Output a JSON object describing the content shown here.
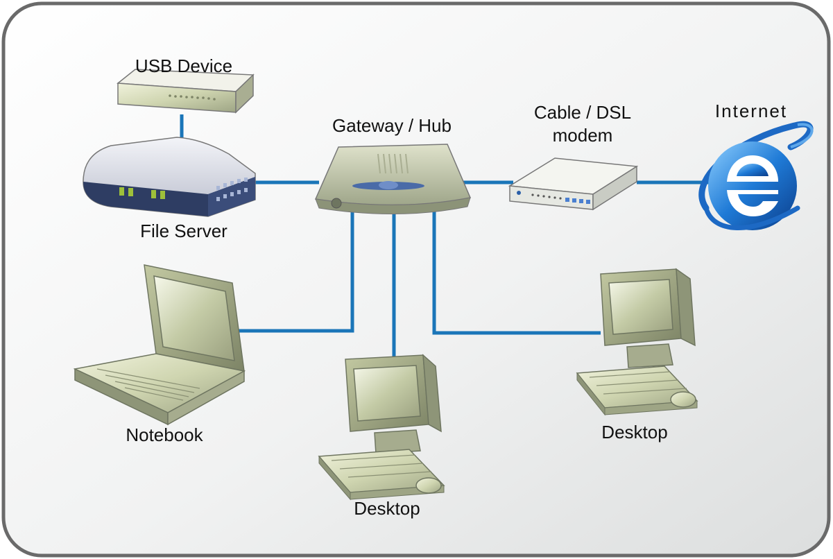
{
  "diagram": {
    "nodes": {
      "usb_device": {
        "label": "USB Device"
      },
      "file_server": {
        "label": "File Server"
      },
      "gateway_hub": {
        "label": "Gateway / Hub"
      },
      "modem": {
        "label_line1": "Cable / DSL",
        "label_line2": "modem"
      },
      "internet": {
        "label": "Internet"
      },
      "notebook": {
        "label": "Notebook"
      },
      "desktop_center": {
        "label": "Desktop"
      },
      "desktop_right": {
        "label": "Desktop"
      }
    },
    "colors": {
      "link": "#1a75b8",
      "frame": "#6a6a6a",
      "device_body": "#c9cfa8",
      "device_dark": "#2e3d63",
      "internet_blue": "#1d69c4"
    },
    "icons": [
      "usb-device-icon",
      "file-server-icon",
      "gateway-hub-icon",
      "modem-icon",
      "internet-explorer-icon",
      "notebook-icon",
      "desktop-icon"
    ]
  }
}
